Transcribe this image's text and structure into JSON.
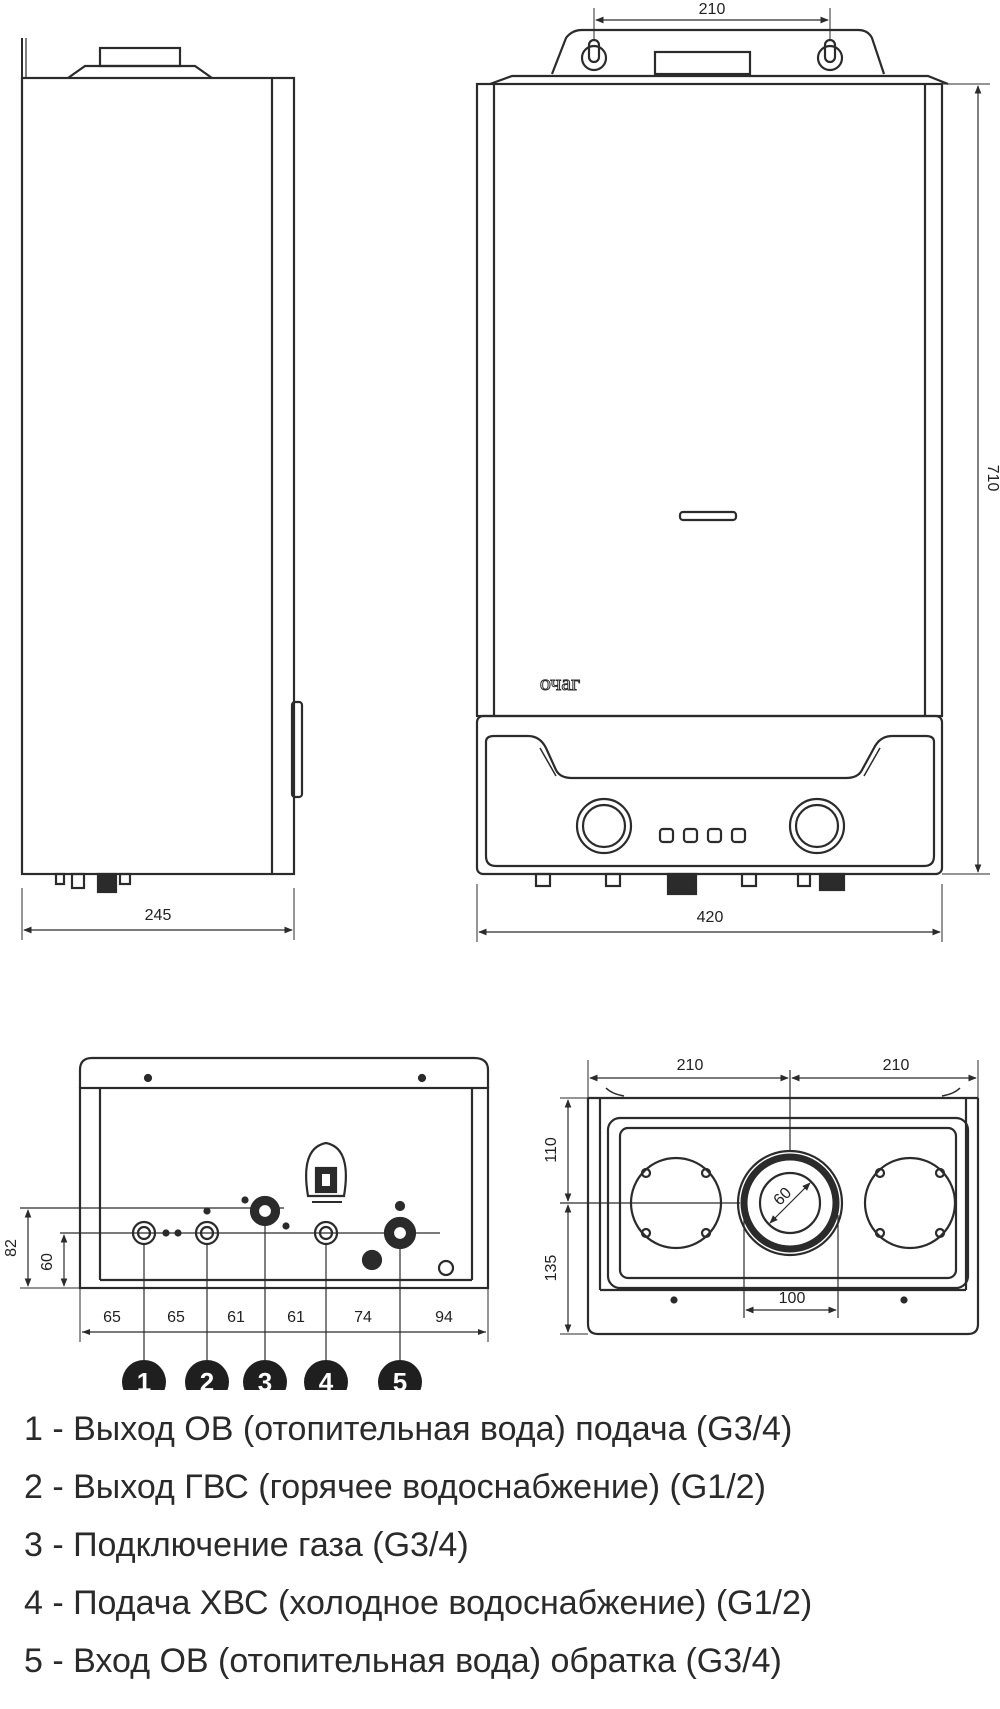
{
  "dimensions": {
    "side_width": "245",
    "front_width": "420",
    "height": "710",
    "bracket_spacing": "210",
    "bottom_row": [
      "65",
      "65",
      "61",
      "61",
      "74",
      "94"
    ],
    "bottom_height_upper": "82",
    "bottom_height_lower": "60",
    "top_left_half": "210",
    "top_right_half": "210",
    "top_depth_front": "110",
    "top_depth_rear": "135",
    "flue_diameter": "60",
    "flue_offset": "100"
  },
  "connection_numbers": [
    "1",
    "2",
    "3",
    "4",
    "5"
  ],
  "legend": [
    "1 - Выход ОВ (отопительная вода) подача (G3/4)",
    "2 - Выход ГВС (горячее водоснабжение) (G1/2)",
    "3 - Подключение газа (G3/4)",
    "4 - Подача ХВС (холодное водоснабжение) (G1/2)",
    "5 - Вход ОВ (отопительная вода) обратка (G3/4)"
  ],
  "brand_logo_text": "очаг",
  "colors": {
    "line": "#2b2b2b",
    "badge": "#1f1f1f",
    "fill": "#ffffff"
  }
}
